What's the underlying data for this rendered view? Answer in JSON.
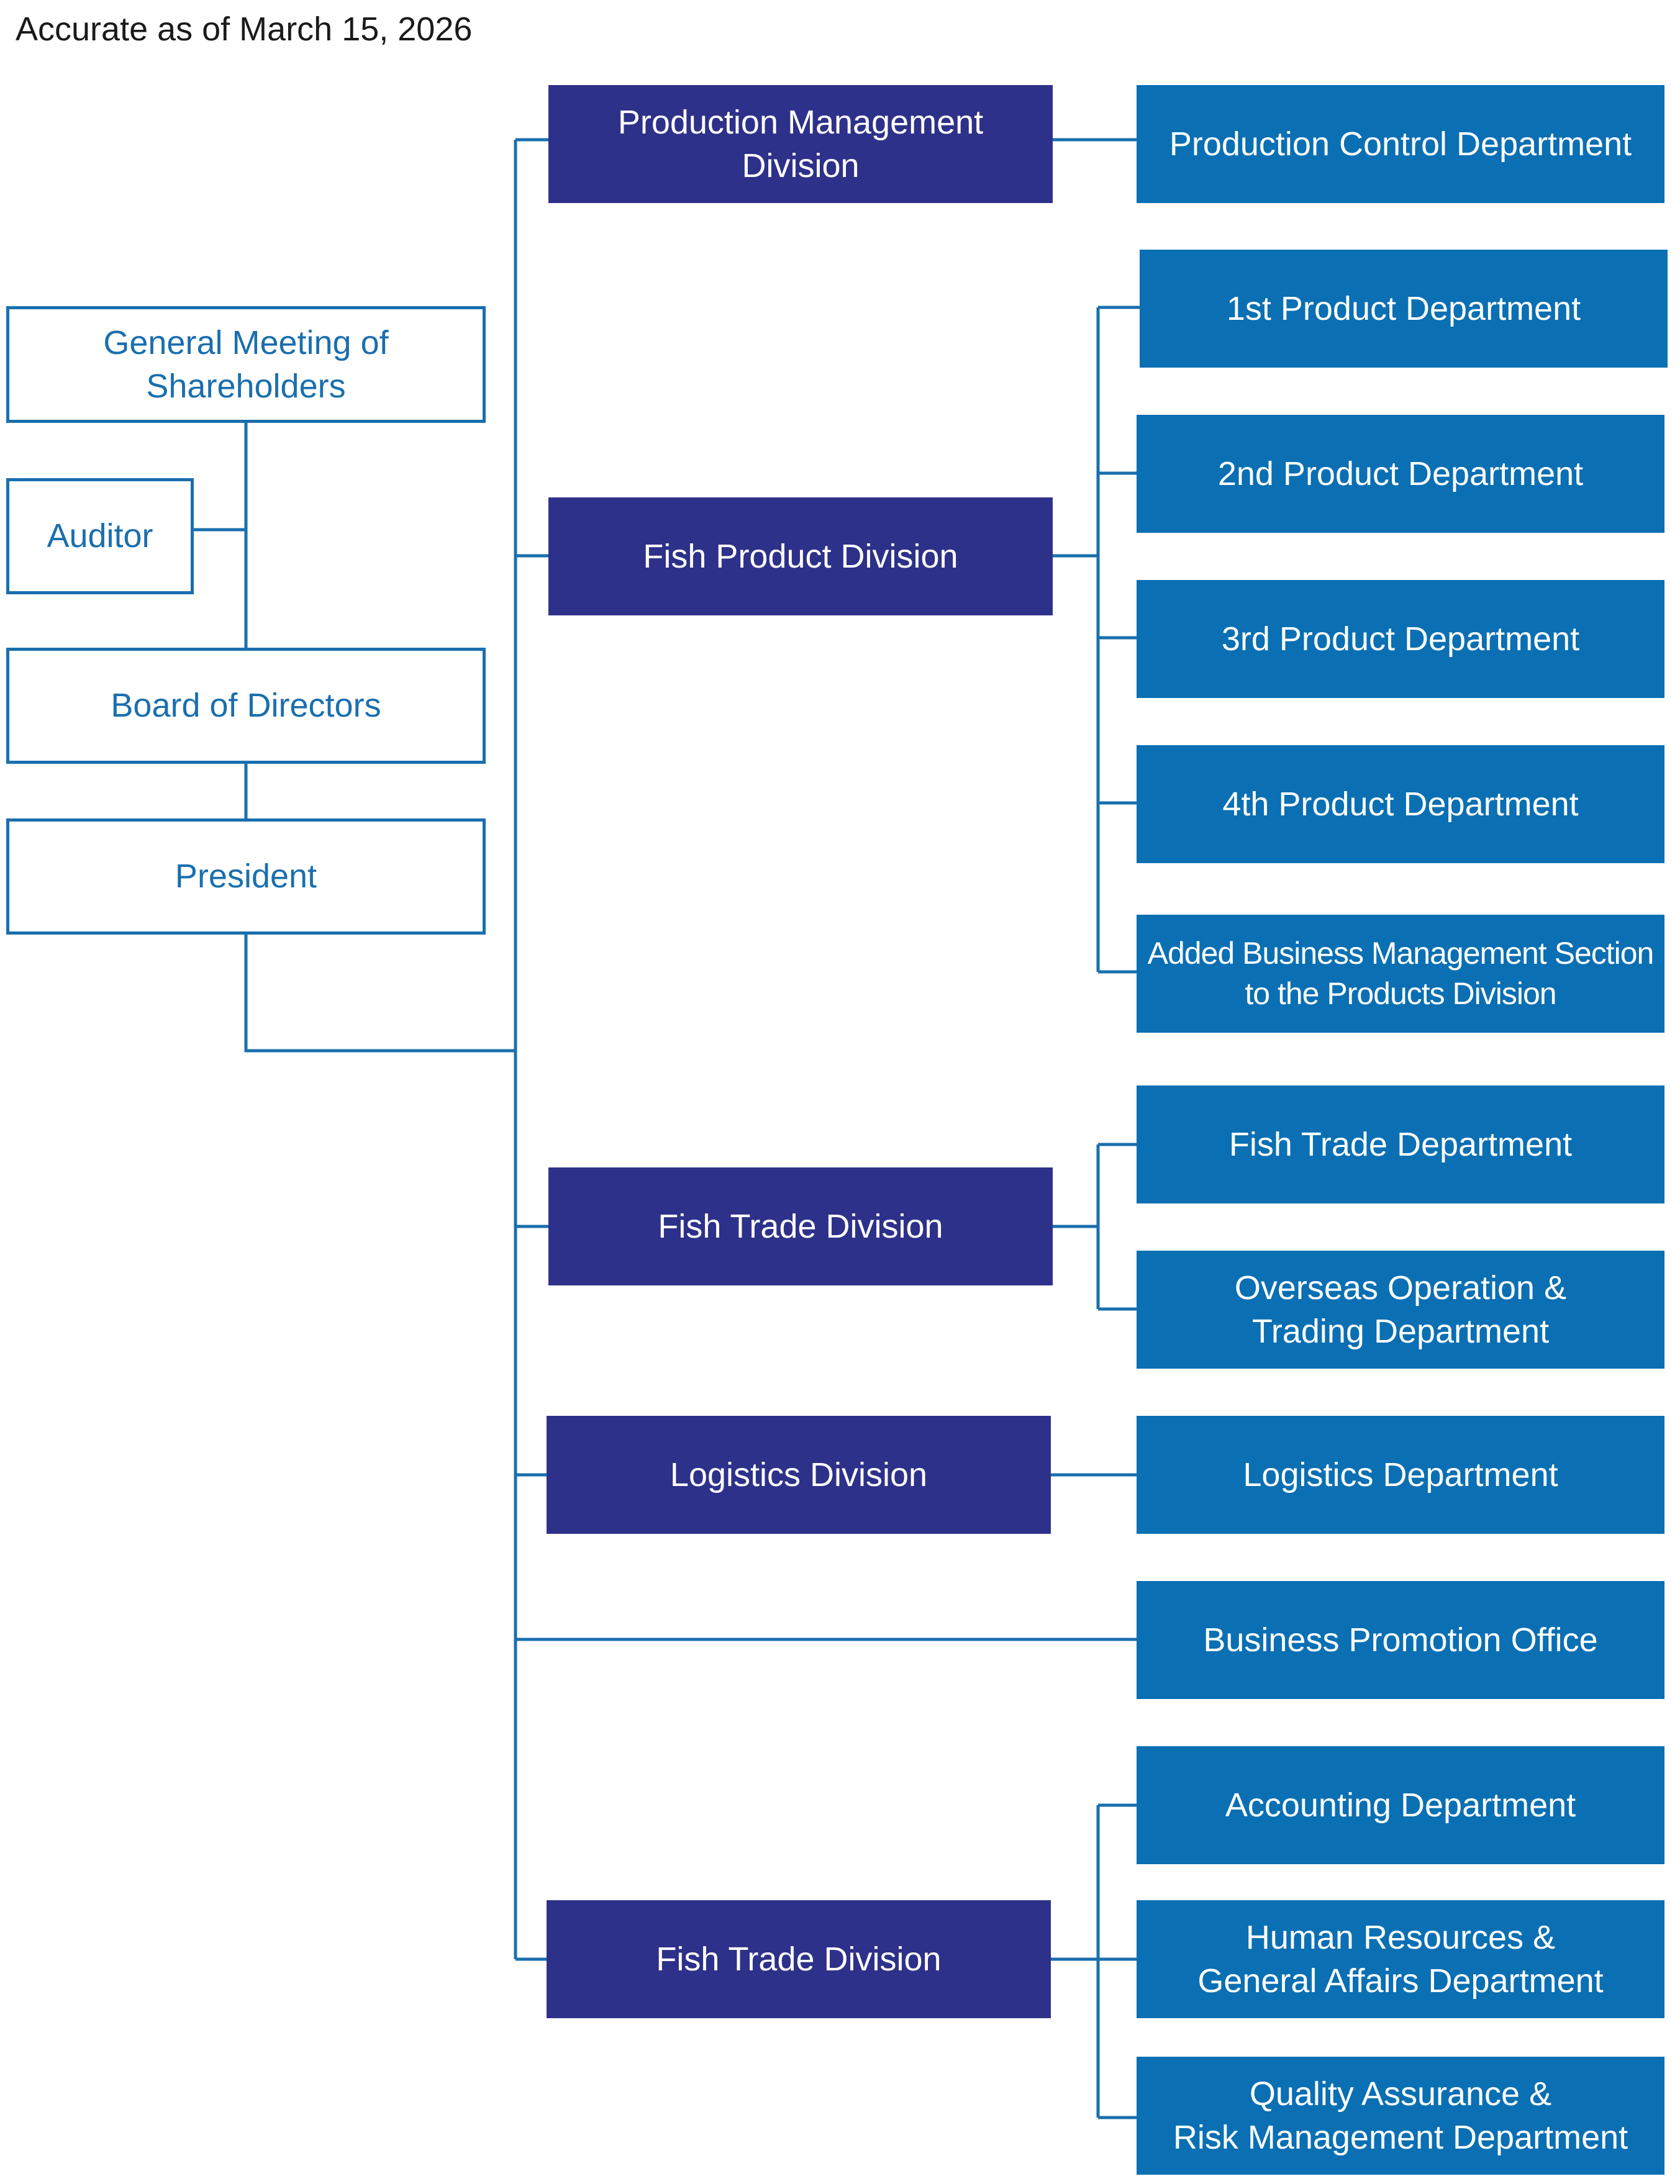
{
  "header": {
    "date_note": "Accurate as of March 15, 2026"
  },
  "colors": {
    "division_fill": "#2e3189",
    "department_fill": "#0a6fb3",
    "outline_stroke": "#1a6fae",
    "line": "#1a6fae"
  },
  "governance": {
    "shareholders": "General Meeting of\nShareholders",
    "auditor": "Auditor",
    "board": "Board of Directors",
    "president": "President"
  },
  "divisions": [
    {
      "name": "Production Management\nDivision",
      "departments": [
        "Production Control Department"
      ]
    },
    {
      "name": "Fish Product Division",
      "departments": [
        "1st Product Department",
        "2nd Product Department",
        "3rd Product Department",
        "4th Product Department",
        "Added Business Management Section\nto the Products Division"
      ]
    },
    {
      "name": "Fish Trade Division",
      "departments": [
        "Fish Trade Department",
        "Overseas Operation &\nTrading Department"
      ]
    },
    {
      "name": "Logistics Division",
      "departments": [
        "Logistics Department"
      ]
    },
    {
      "name": "Fish Trade Division",
      "departments": [
        "Accounting Department",
        "Human Resources &\nGeneral Affairs Department",
        "Quality Assurance &\nRisk Management Department"
      ]
    }
  ],
  "standalone": {
    "business_promotion": "Business Promotion Office"
  }
}
